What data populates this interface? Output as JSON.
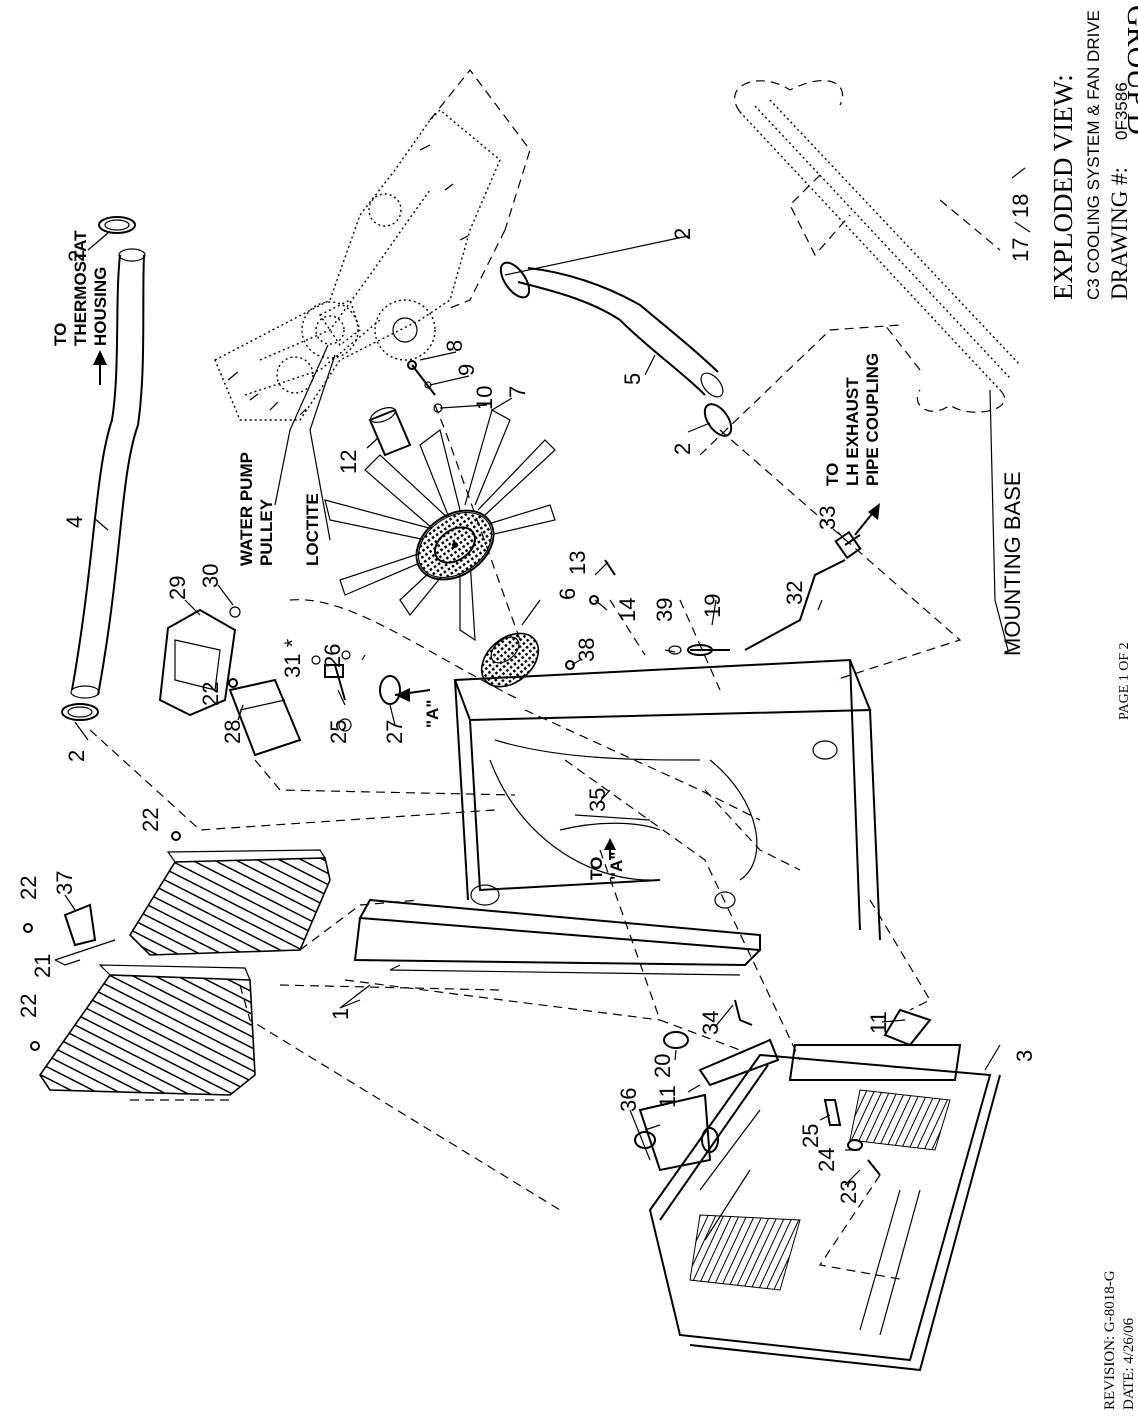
{
  "group_label": "GROUP D",
  "title": {
    "heading": "EXPLODED VIEW:",
    "subtitle": "C3 COOLING SYSTEM & FAN DRIVE",
    "drawing_label": "DRAWING #:",
    "drawing_number": "0F3586"
  },
  "revision": {
    "revision_text": "REVISION: G-8018-G",
    "date_text": "DATE:  4/26/06"
  },
  "page_text": "PAGE 1 OF 2",
  "annotations": {
    "to_thermostat": [
      "TO",
      "THERMOSTAT",
      "HOUSING"
    ],
    "water_pump_pulley": [
      "WATER PUMP",
      "PULLEY"
    ],
    "loctite": "LOCTITE",
    "to_exhaust": [
      "TO",
      "LH EXHAUST",
      "PIPE COUPLING"
    ],
    "mounting_base": "MOUNTING BASE",
    "view_a": "\"A\"",
    "to_a": [
      "TO",
      "\"A\""
    ]
  },
  "callouts": {
    "n1": "1",
    "n2a": "2",
    "n2b": "2",
    "n2c": "2",
    "n2d": "2",
    "n3": "3",
    "n4": "4",
    "n5": "5",
    "n6": "6",
    "n7": "7",
    "n8": "8",
    "n9": "9",
    "n10": "10",
    "n11a": "11",
    "n11b": "11",
    "n12": "12",
    "n13": "13",
    "n14": "14",
    "n17": "17",
    "n18": "18",
    "n19": "19",
    "n20": "20",
    "n21": "21",
    "n22a": "22",
    "n22b": "22",
    "n22c": "22",
    "n22d": "22",
    "n23": "23",
    "n24": "24",
    "n25a": "25",
    "n25b": "25",
    "n26": "26",
    "n27": "27",
    "n28": "28",
    "n29": "29",
    "n30": "30",
    "n31": "31 *",
    "n32": "32",
    "n33": "33",
    "n34": "34",
    "n35": "35",
    "n36": "36",
    "n37": "37",
    "n38": "38",
    "n39": "39"
  }
}
